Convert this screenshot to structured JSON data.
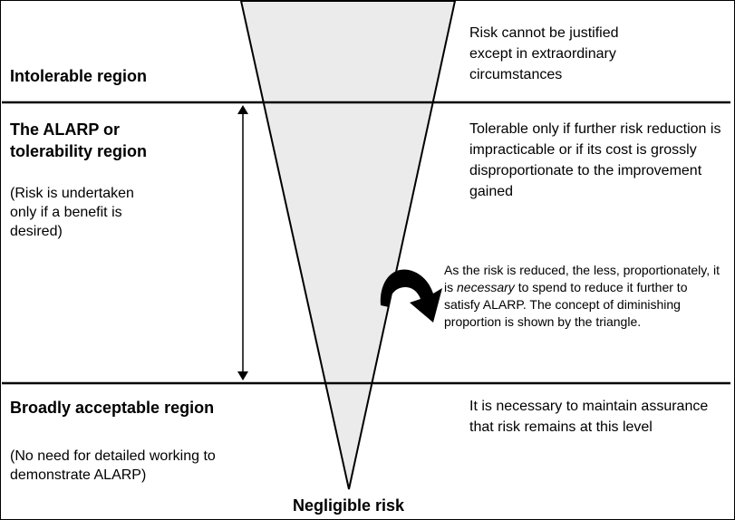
{
  "regions": {
    "intolerable": {
      "title": "Intolerable region",
      "description": "Risk cannot be justified except in extraordinary circumstances"
    },
    "alarp": {
      "title": "The ALARP or tolerability region",
      "note": "(Risk is undertaken only if a benefit is desired)",
      "description": "Tolerable only if further risk reduction is impracticable or if its cost is grossly disproportionate to the improvement gained"
    },
    "acceptable": {
      "title": "Broadly acceptable region",
      "note": "(No need for detailed working to demonstrate ALARP)",
      "description": "It is necessary to maintain assurance that risk remains at this level"
    }
  },
  "annotation": {
    "before": "As the risk is reduced, the less, proportionately, it is ",
    "emphasis": "necessary",
    "after": " to spend to reduce it further to satisfy ALARP.  The concept of diminishing proportion is shown by the triangle."
  },
  "apex_label": "Negligible risk",
  "colors": {
    "triangle_fill": "#ebebeb",
    "line": "#000000"
  }
}
